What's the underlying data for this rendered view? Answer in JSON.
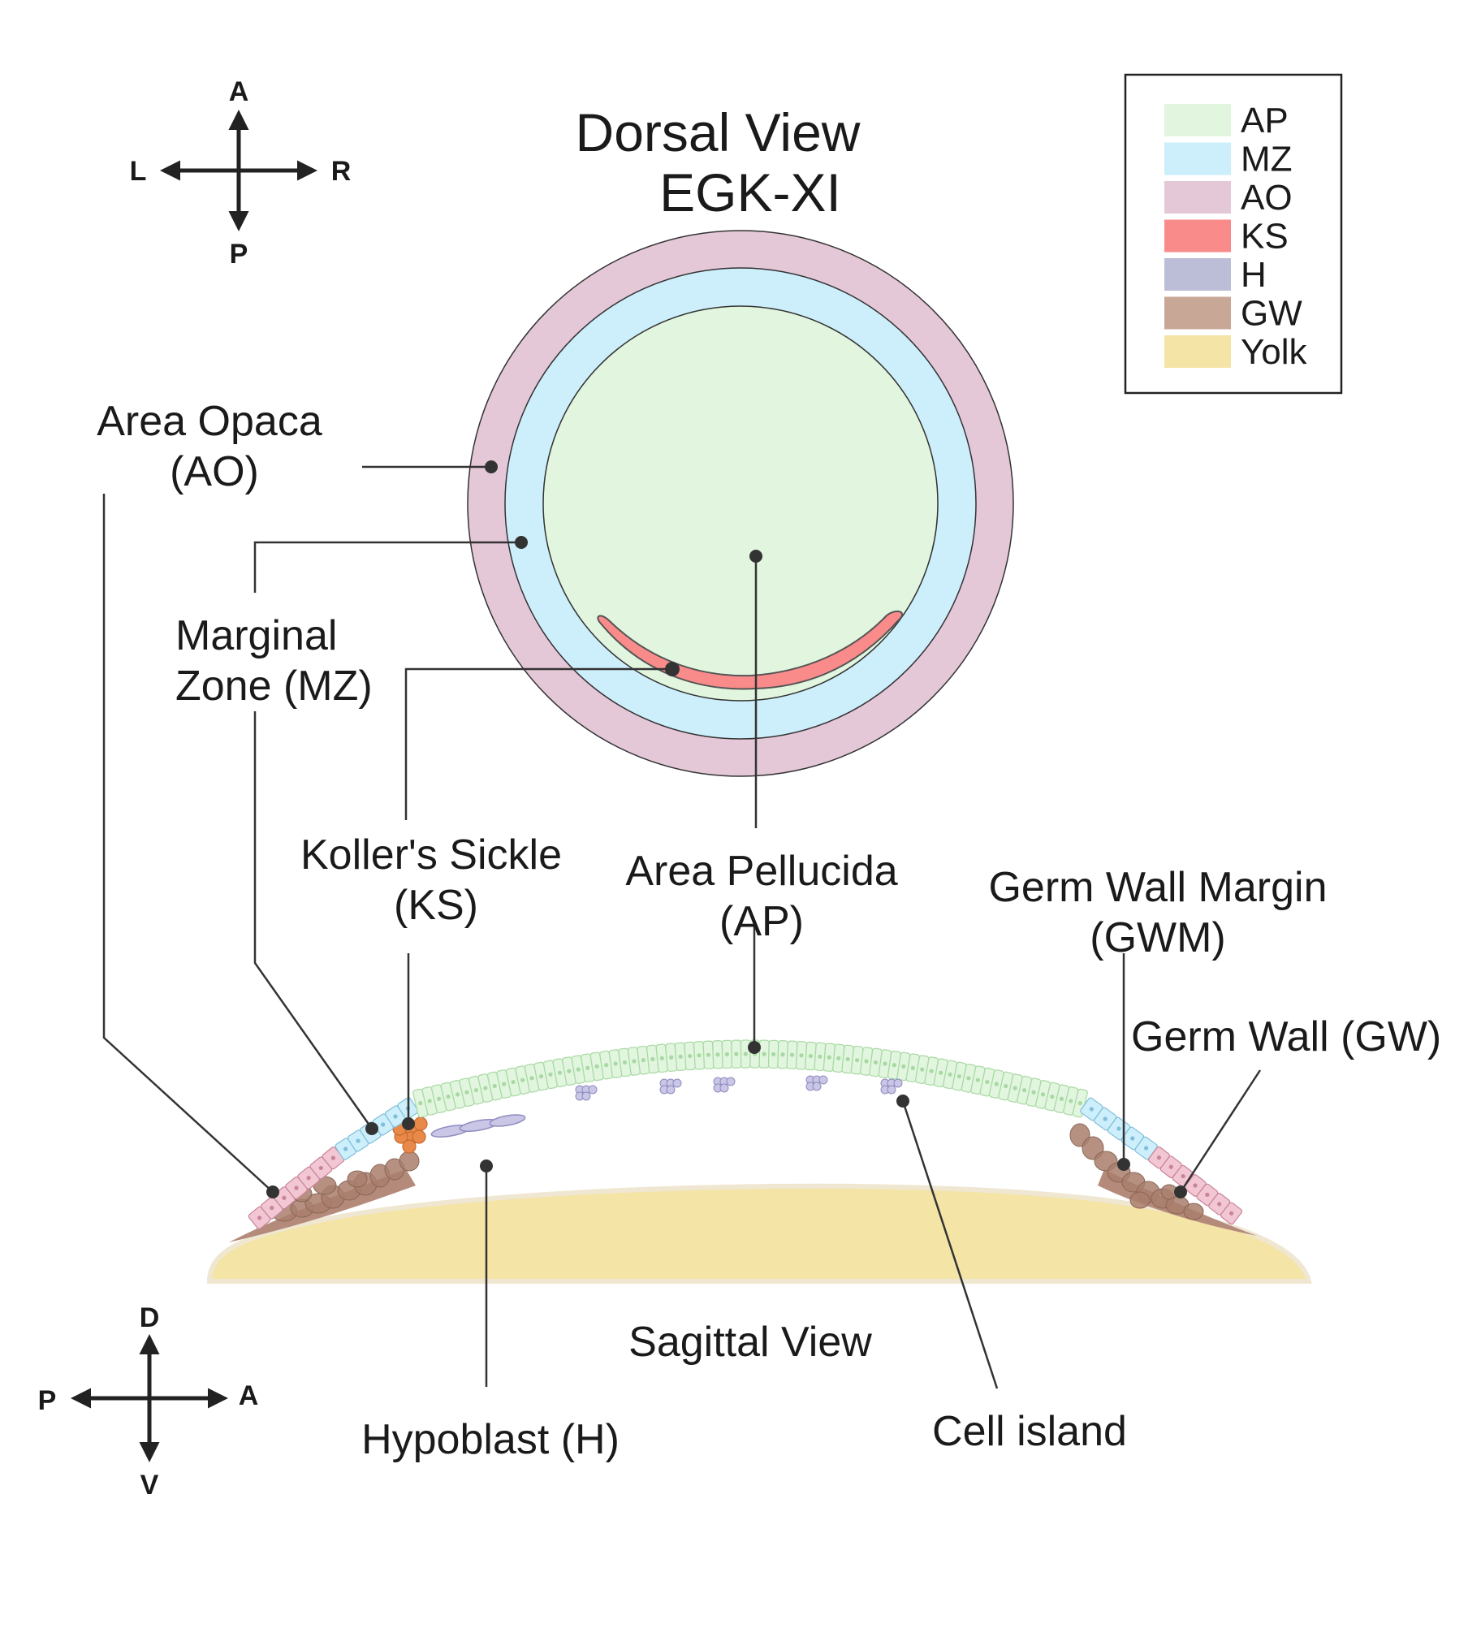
{
  "dorsal": {
    "title_line1": "Dorsal View",
    "title_line2": "EGK-XI"
  },
  "sagittal": {
    "title": "Sagittal View"
  },
  "compass_top": {
    "up": "A",
    "down": "P",
    "left": "L",
    "right": "R"
  },
  "compass_bottom": {
    "up": "D",
    "down": "V",
    "left": "P",
    "right": "A"
  },
  "legend": {
    "items": [
      {
        "label": "AP",
        "color": "#e1f5df"
      },
      {
        "label": "MZ",
        "color": "#cdeefb"
      },
      {
        "label": "AO",
        "color": "#e4c8d8"
      },
      {
        "label": "KS",
        "color": "#f98b8b"
      },
      {
        "label": "H",
        "color": "#bcbdd7"
      },
      {
        "label": "GW",
        "color": "#c9a797"
      },
      {
        "label": "Yolk",
        "color": "#f4e4a6"
      }
    ]
  },
  "labels": {
    "area_opaca": [
      "Area Opaca",
      "(AO)"
    ],
    "marginal_zone": [
      "Marginal",
      "Zone (MZ)"
    ],
    "kollers_sickle": [
      "Koller's Sickle",
      "(KS)"
    ],
    "area_pellucida": [
      "Area Pellucida",
      "(AP)"
    ],
    "germ_wall_margin": [
      "Germ Wall Margin",
      "(GWM)"
    ],
    "germ_wall": "Germ Wall (GW)",
    "hypoblast": "Hypoblast (H)",
    "cell_island": "Cell island"
  },
  "colors": {
    "ap": "#e1f5df",
    "mz": "#cdeefb",
    "ao": "#e4c8d8",
    "ks": "#f98b8b",
    "h": "#bcbdd7",
    "gw": "#b08a78",
    "yolk": "#f4e4a6",
    "ks_cells": "#e8894a"
  }
}
